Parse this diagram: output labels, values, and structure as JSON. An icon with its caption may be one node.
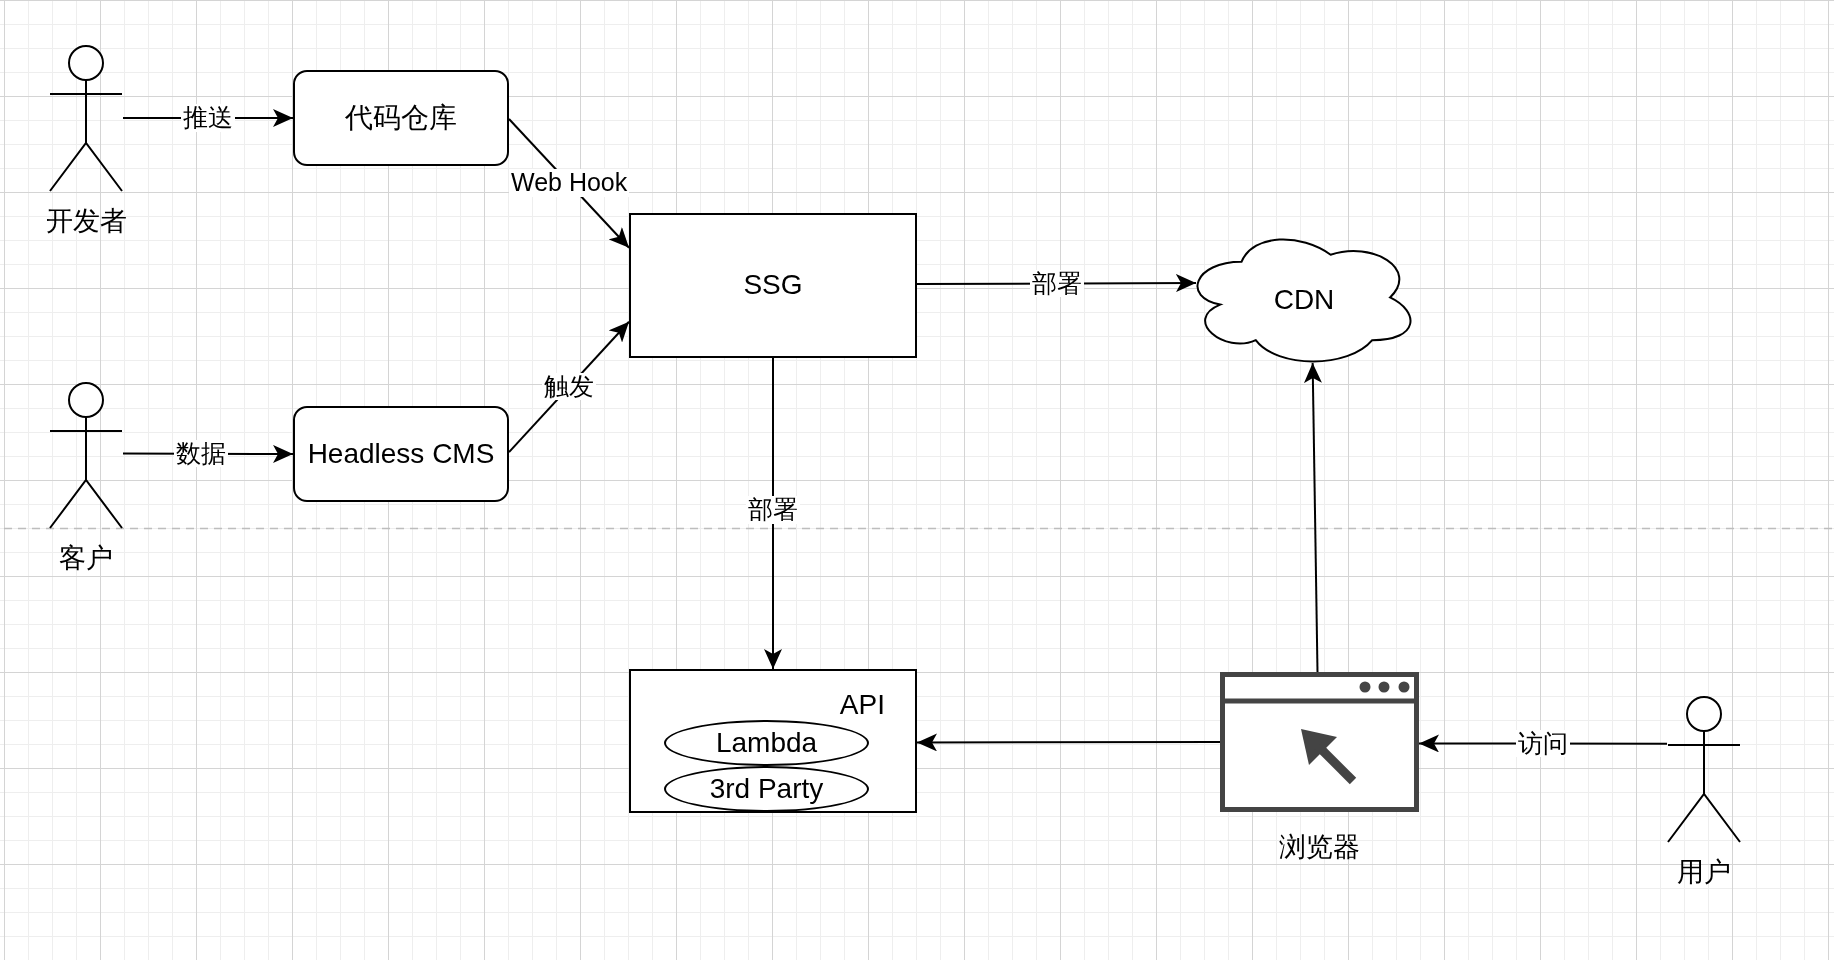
{
  "diagram": {
    "nodes": [
      {
        "text": [
          "开发者"
        ]
      },
      {
        "text": [
          "代码仓库"
        ]
      },
      {
        "text": [
          "客户"
        ]
      },
      {
        "text": [
          "Headless CMS"
        ]
      },
      {
        "text": [
          "SSG"
        ]
      },
      {
        "text": [
          "CDN"
        ]
      },
      {
        "text": [
          "API"
        ]
      },
      {
        "text": [
          "Lambda"
        ],
        "in": 6
      },
      {
        "text": [
          "3rd Party"
        ],
        "in": 6
      },
      {
        "text": [
          "浏览器"
        ]
      },
      {
        "text": [
          "用户"
        ]
      }
    ],
    "edges": [
      {
        "from": 0,
        "to": 1,
        "arrow": "to",
        "label": "推送"
      },
      {
        "from": 2,
        "to": 3,
        "arrow": "to",
        "label": "数据"
      },
      {
        "from": 1,
        "to": 4,
        "arrow": "to",
        "label": "Web Hook"
      },
      {
        "from": 3,
        "to": 4,
        "arrow": "to",
        "label": "触发"
      },
      {
        "from": 4,
        "to": 5,
        "arrow": "to",
        "label": "部署"
      },
      {
        "from": 4,
        "to": 6,
        "arrow": "to",
        "label": "部署"
      },
      {
        "from": 9,
        "to": 5,
        "arrow": "to"
      },
      {
        "from": 9,
        "to": 6,
        "arrow": "to"
      },
      {
        "from": 10,
        "to": 9,
        "arrow": "to",
        "label": "访问"
      }
    ]
  }
}
